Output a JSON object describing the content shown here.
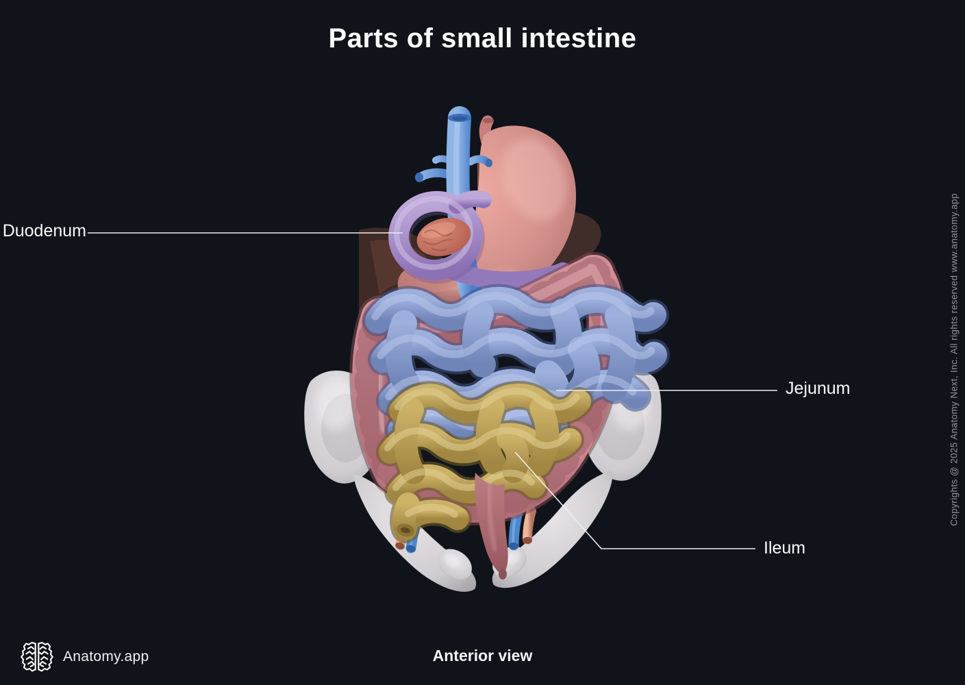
{
  "title": "Parts of small intestine",
  "view_caption": "Anterior view",
  "brand": {
    "name": "Anatomy.app"
  },
  "copyright": "Copyrights @ 2025 Anatomy Next, Inc. All rights reserved www.anatomy.app",
  "labels": [
    {
      "id": "duodenum",
      "text": "Duodenum"
    },
    {
      "id": "jejunum",
      "text": "Jejunum"
    },
    {
      "id": "ileum",
      "text": "Ileum"
    }
  ],
  "illustration_colors": {
    "background": "#10141a",
    "duodenum_highlight": "#a78fc6",
    "jejunum_highlight": "#8297cb",
    "ileum_highlight": "#b79c52",
    "stomach": "#d98f8a",
    "pancreas": "#c4685f",
    "large_intestine": "#c9838b",
    "pelvis_bone": "#d8d5d8",
    "vein": "#5b8fd4",
    "artery": "#c98a74",
    "leader_line": "#eeeef1",
    "text": "#f5f6f8",
    "muted_text": "#8f939a"
  }
}
